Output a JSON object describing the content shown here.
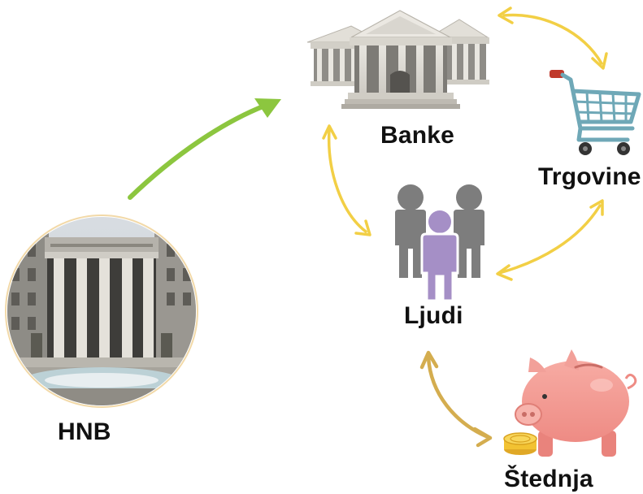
{
  "nodes": {
    "hnb": {
      "label": "HNB",
      "icon": "central-bank-building-photo"
    },
    "banke": {
      "label": "Banke",
      "icon": "bank-buildings-icon"
    },
    "trgovine": {
      "label": "Trgovine",
      "icon": "shopping-cart-icon"
    },
    "ljudi": {
      "label": "Ljudi",
      "icon": "people-group-icon"
    },
    "stednja": {
      "label": "Štednja",
      "icon": "piggy-bank-icon"
    }
  },
  "colors": {
    "green_arrow": "#8cc63f",
    "yellow_arrow": "#f2cf45",
    "gold_arrow": "#d4ad4f",
    "people_gray": "#7d7d7d",
    "people_purple": "#a58fc6",
    "piggy_pink": "#f29a92",
    "cart_teal": "#6fa8b7",
    "cart_red": "#c0392b"
  }
}
